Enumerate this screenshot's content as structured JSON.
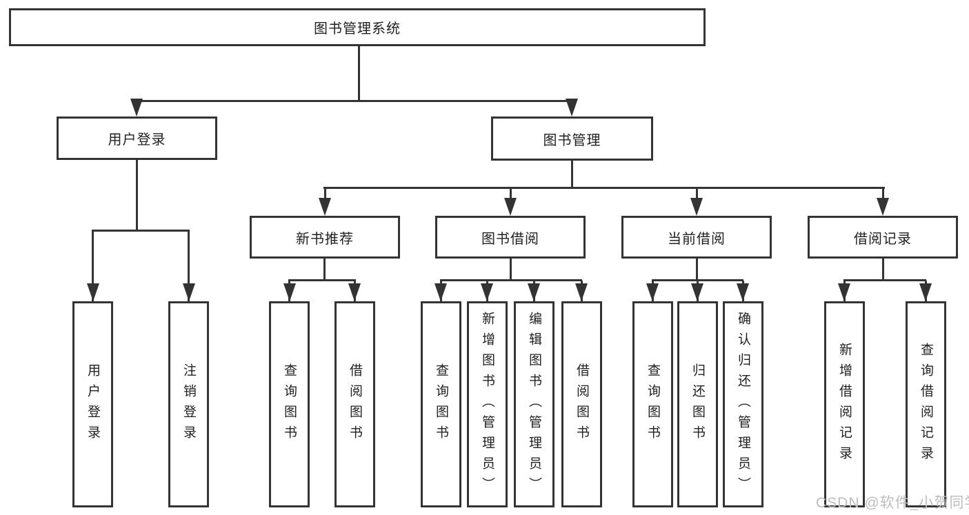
{
  "nodes": {
    "root": "图书管理系统",
    "user_login": "用户登录",
    "book_mgmt": "图书管理",
    "new_book": "新书推荐",
    "book_borrow": "图书借阅",
    "current_borrow": "当前借阅",
    "borrow_records": "借阅记录",
    "leaf_user_login": "用户登录",
    "leaf_logout": "注销登录",
    "leaf_nb_query": "查询图书",
    "leaf_nb_borrow": "借阅图书",
    "leaf_bb_query": "查询图书",
    "leaf_bb_add": "新增图书（管理员）",
    "leaf_bb_edit": "编辑图书（管理员）",
    "leaf_bb_borrow": "借阅图书",
    "leaf_cb_query": "查询图书",
    "leaf_cb_return": "归还图书",
    "leaf_cb_confirm": "确认归还（管理员）",
    "leaf_br_add": "新增借阅记录",
    "leaf_br_query": "查询借阅记录"
  },
  "watermark": "CSDN @软件_小贺同学",
  "colors": {
    "line": "#333333",
    "text": "#1f1f1f",
    "watermark": "#bdbdbd",
    "background": "#ffffff"
  }
}
